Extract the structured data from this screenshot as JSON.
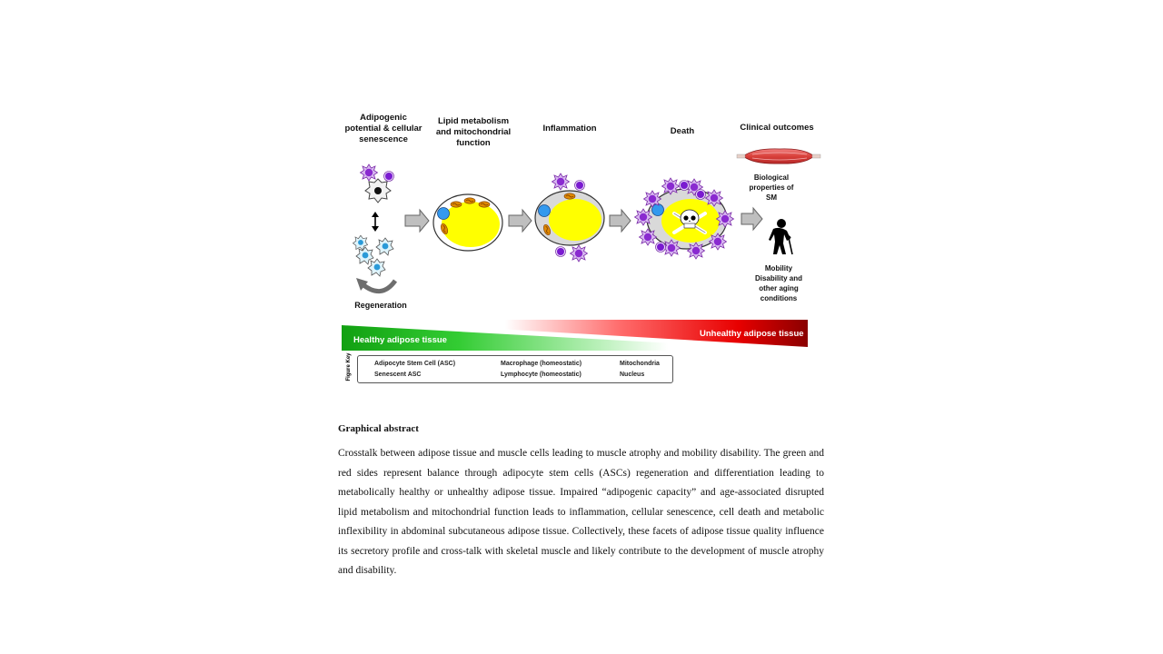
{
  "figure": {
    "stages": [
      {
        "label": "Adipogenic potential & cellular senescence"
      },
      {
        "label": "Lipid metabolism and mitochondrial function"
      },
      {
        "label": "Inflammation"
      },
      {
        "label": "Death"
      },
      {
        "label": "Clinical outcomes"
      }
    ],
    "regeneration_label": "Regeneration",
    "biological_label": "Biological properties of SM",
    "mobility_label": "Mobility Disability and other aging conditions",
    "gradient": {
      "healthy_label": "Healthy adipose tissue",
      "unhealthy_label": "Unhealthy adipose tissue",
      "healthy_color": "#1aa51a",
      "unhealthy_color": "#e00000"
    },
    "figure_key": {
      "title": "Figure Key",
      "items": [
        {
          "label": "Adipocyte Stem Cell (ASC)",
          "icon": "asc-icon"
        },
        {
          "label": "Senescent ASC",
          "icon": "senescent-asc-icon"
        },
        {
          "label": "Macrophage (homeostatic)",
          "icon": "macrophage-icon"
        },
        {
          "label": "Lymphocyte (homeostatic)",
          "icon": "lymphocyte-icon"
        },
        {
          "label": "Mitochondria",
          "icon": "mitochondria-icon"
        },
        {
          "label": "Nucleus",
          "icon": "nucleus-icon"
        }
      ]
    },
    "colors": {
      "lipid": "#ffff00",
      "cell_body": "#d9d9d9",
      "macrophage": "#9933cc",
      "nucleus": "#3399ee",
      "mitochondria": "#e08a00",
      "arrow": "#bfbfbf"
    }
  },
  "caption": {
    "title": "Graphical abstract",
    "text": "Crosstalk between adipose tissue and muscle cells leading to muscle atrophy and mobility disability. The green and red sides represent balance through adipocyte stem cells (ASCs) regeneration and differentiation leading to metabolically healthy or unhealthy adipose tissue. Impaired “adipogenic capacity” and age-associated disrupted lipid metabolism and mitochondrial function leads to inflammation, cellular senescence, cell death and metabolic inflexibility in abdominal subcutaneous adipose tissue. Collectively, these facets of adipose tissue quality influence its secretory profile and cross-talk with skeletal muscle and likely contribute to the development of muscle atrophy and disability."
  }
}
